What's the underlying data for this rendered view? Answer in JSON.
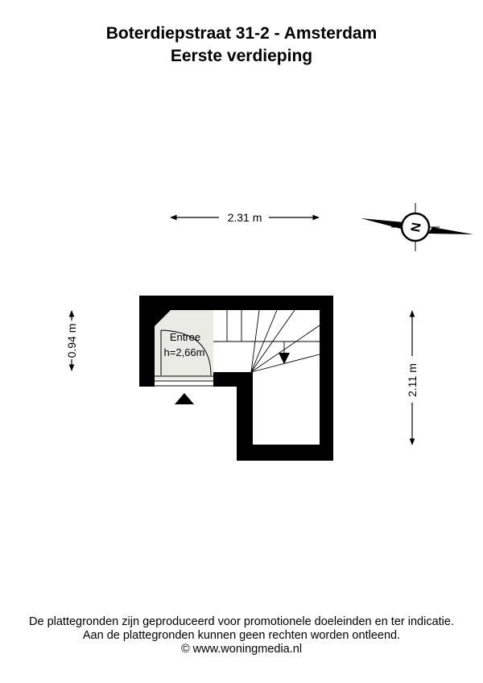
{
  "header": {
    "address": "Boterdiepstraat 31-2 - Amsterdam",
    "floor": "Eerste verdieping"
  },
  "dimensions": {
    "width_top": "2.31 m",
    "height_left": "0.94 m",
    "height_right": "2.11 m"
  },
  "room": {
    "name": "Entree",
    "ceiling_height": "h=2,66m"
  },
  "compass": {
    "letter": "N"
  },
  "footer": {
    "line1": "De plattegronden zijn geproduceerd voor promotionele doeleinden en ter indicatie.",
    "line2": "Aan de plattegronden kunnen geen rechten worden ontleend.",
    "line3": "© www.woningmedia.nl"
  },
  "colors": {
    "wall": "#000000",
    "floor": "#ebebe6",
    "background": "#ffffff"
  }
}
